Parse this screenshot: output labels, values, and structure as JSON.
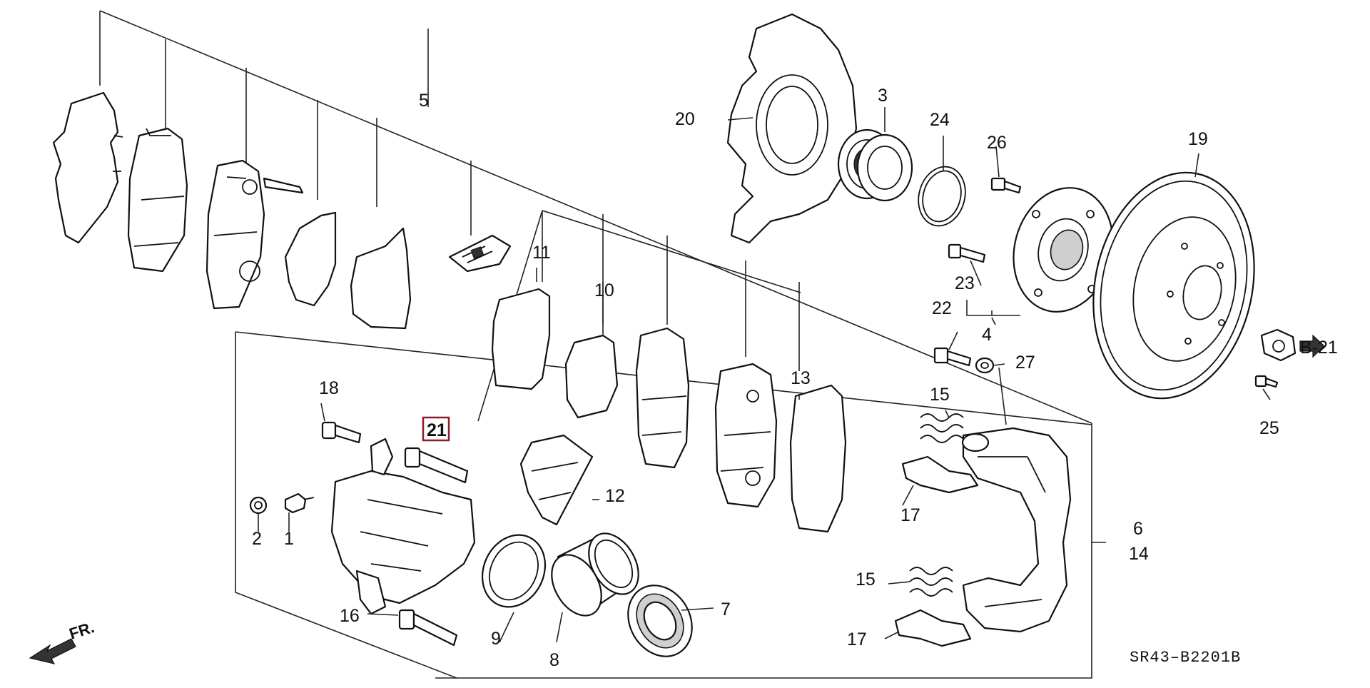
{
  "callouts": {
    "c1": "1",
    "c2": "2",
    "c3": "3",
    "c4": "4",
    "c5": "5",
    "c6": "6",
    "c7": "7",
    "c8": "8",
    "c9": "9",
    "c10": "10",
    "c11": "11",
    "c12": "12",
    "c13": "13",
    "c14": "14",
    "c15a": "15",
    "c15b": "15",
    "c16": "16",
    "c17a": "17",
    "c17b": "17",
    "c18": "18",
    "c19": "19",
    "c20": "20",
    "c21": "21",
    "c22": "22",
    "c23": "23",
    "c24": "24",
    "c25": "25",
    "c26": "26",
    "c27": "27"
  },
  "reference": {
    "label": "B-21"
  },
  "direction": {
    "label": "FR."
  },
  "diagram_code": "SR43–B2201B",
  "highlight_color": "#8b1c2c"
}
